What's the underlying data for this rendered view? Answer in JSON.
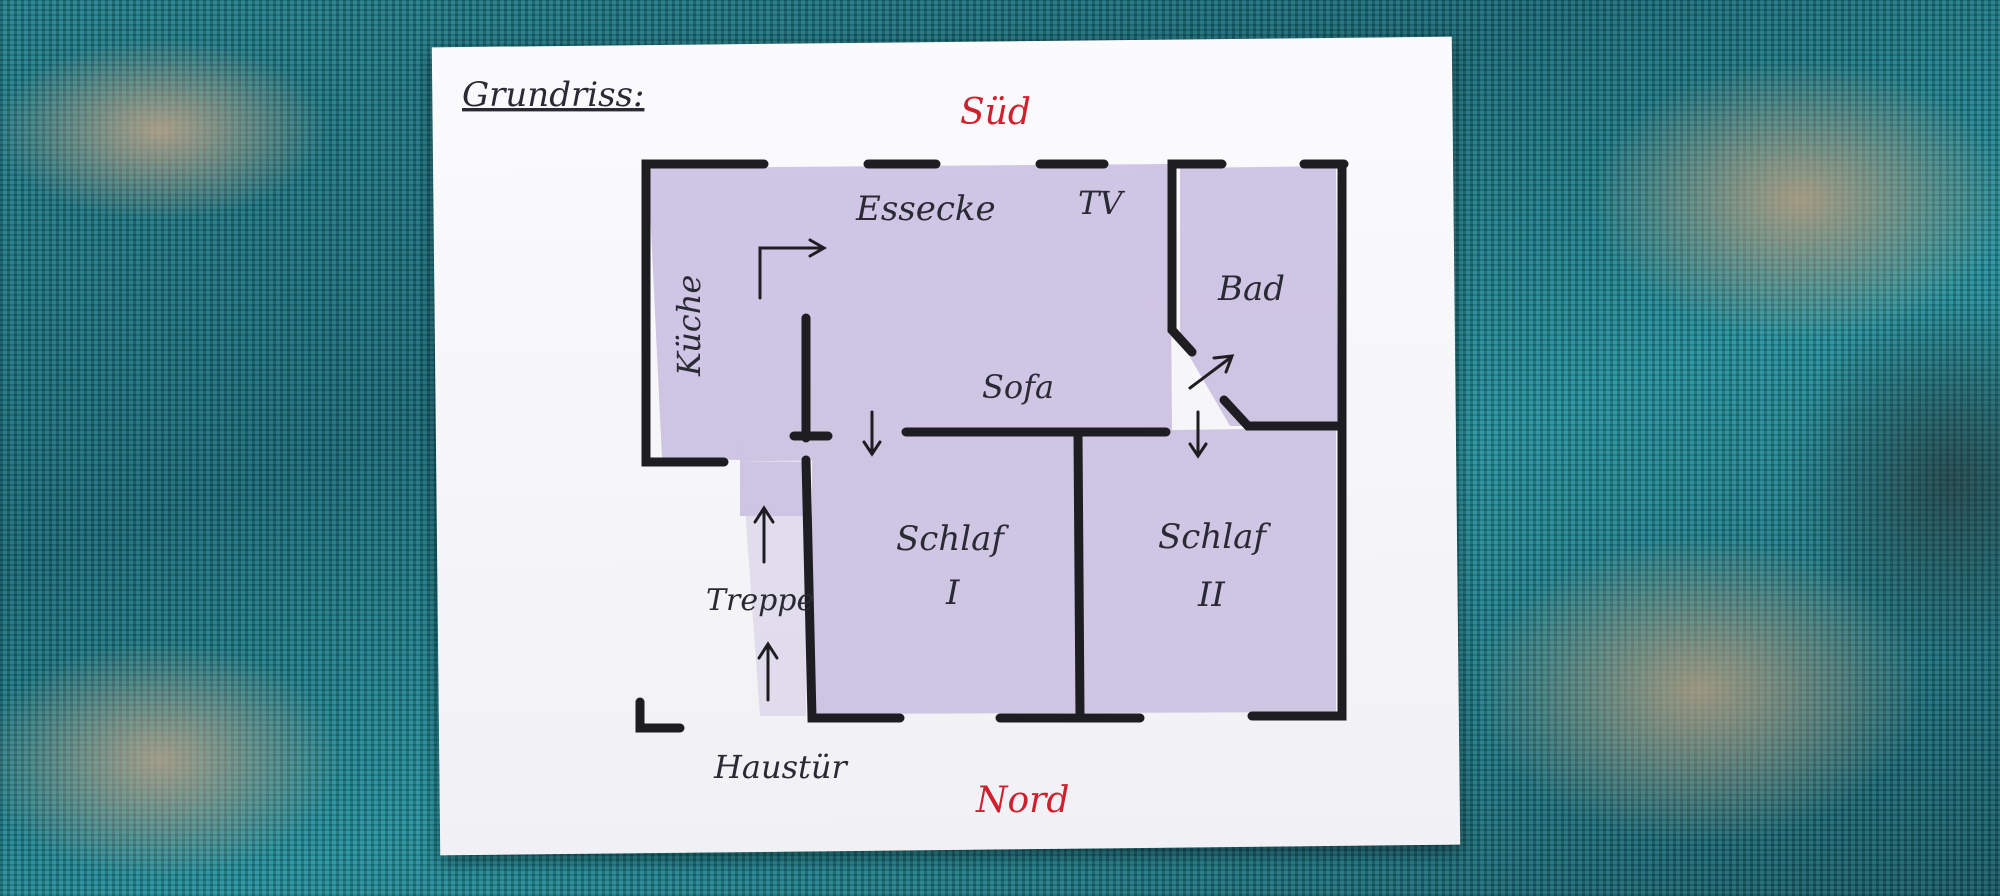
{
  "title": "Grundriss:",
  "compass": {
    "south": "Süd",
    "north": "Nord"
  },
  "rooms": {
    "dining": "Essecke",
    "tv": "TV",
    "kitchen": "Küche",
    "bath": "Bad",
    "sofa": "Sofa",
    "bedroom1_label": "Schlaf",
    "bedroom1_num": "I",
    "bedroom2_label": "Schlaf",
    "bedroom2_num": "II",
    "stairs": "Treppe",
    "front_door": "Haustür"
  },
  "colors": {
    "wall": "#1e1e22",
    "floor_fill": "#c8bde0",
    "compass_text": "#d0202e",
    "paper": "#f6f6f8",
    "carpet": "#1e7f8c"
  }
}
